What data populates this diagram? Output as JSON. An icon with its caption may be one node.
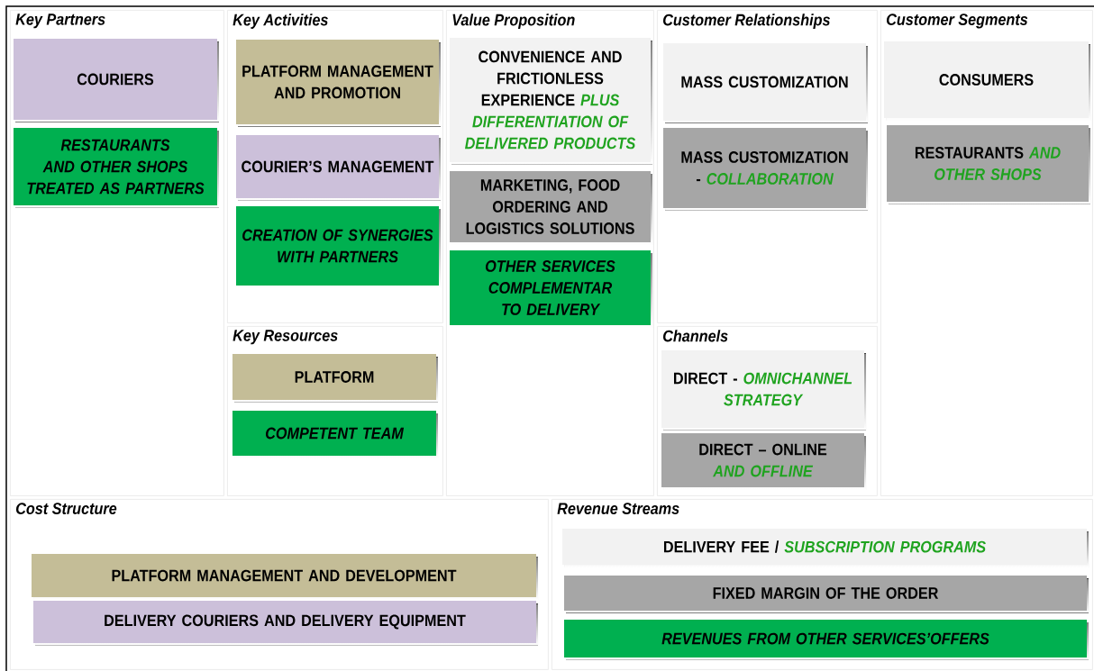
{
  "diagram": {
    "nodes": [
      {
        "text": [
          "Key Partners"
        ]
      },
      {
        "text": [
          "COURIERS"
        ],
        "in": 0
      },
      {
        "text": [
          "RESTAURANTS AND OTHER SHOPS TREATED AS PARTNERS"
        ],
        "in": 0
      },
      {
        "text": [
          "Key Activities"
        ]
      },
      {
        "text": [
          "PLATFORM MANAGEMENT AND PROMOTION"
        ],
        "in": 3
      },
      {
        "text": [
          "COURIER’S MANAGEMENT"
        ],
        "in": 3
      },
      {
        "text": [
          "CREATION OF SYNERGIES WITH PARTNERS"
        ],
        "in": 3
      },
      {
        "text": [
          "Key Resources"
        ]
      },
      {
        "text": [
          "PLATFORM"
        ],
        "in": 7
      },
      {
        "text": [
          "COMPETENT TEAM"
        ],
        "in": 7
      },
      {
        "text": [
          "Value Proposition"
        ]
      },
      {
        "text": [
          "CONVENIENCE AND FRICTIONLESS EXPERIENCE",
          "PLUS DIFFERENTIATION OF DELIVERED PRODUCTS"
        ],
        "in": 10
      },
      {
        "text": [
          "MARKETING, FOOD ORDERING AND LOGISTICS SOLUTIONS"
        ],
        "in": 10
      },
      {
        "text": [
          "OTHER SERVICES COMPLEMENTAR TO DELIVERY"
        ],
        "in": 10
      },
      {
        "text": [
          "Customer Relationships"
        ]
      },
      {
        "text": [
          "MASS CUSTOMIZATION"
        ],
        "in": 14
      },
      {
        "text": [
          "MASS CUSTOMIZATION -",
          "COLLABORATION"
        ],
        "in": 14
      },
      {
        "text": [
          "Channels"
        ]
      },
      {
        "text": [
          "DIRECT -",
          "OMNICHANNEL STRATEGY"
        ],
        "in": 17
      },
      {
        "text": [
          "DIRECT – ONLINE",
          "AND OFFLINE"
        ],
        "in": 17
      },
      {
        "text": [
          "Customer Segments"
        ]
      },
      {
        "text": [
          "CONSUMERS"
        ],
        "in": 20
      },
      {
        "text": [
          "RESTAURANTS",
          "AND OTHER SHOPS"
        ],
        "in": 20
      },
      {
        "text": [
          "Cost Structure"
        ]
      },
      {
        "text": [
          "PLATFORM MANAGEMENT AND DEVELOPMENT"
        ],
        "in": 23
      },
      {
        "text": [
          "DELIVERY COURIERS AND DELIVERY EQUIPMENT"
        ],
        "in": 23
      },
      {
        "text": [
          "Revenue Streams"
        ]
      },
      {
        "text": [
          "DELIVERY FEE /",
          "SUBSCRIPTION PROGRAMS"
        ],
        "in": 26
      },
      {
        "text": [
          "FIXED MARGIN OF THE ORDER"
        ],
        "in": 26
      },
      {
        "text": [
          "REVENUES FROM OTHER SERVICES’OFFERS"
        ],
        "in": 26
      }
    ]
  }
}
